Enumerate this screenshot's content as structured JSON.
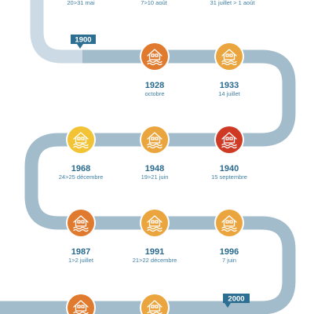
{
  "colors": {
    "track": "#a2bccb",
    "track_light": "#cbdae4",
    "marker": "#2c6f93",
    "year_text": "#2a6a8e",
    "date_text": "#3f7fa3",
    "level_yellow": "#f2c334",
    "level_orange_light": "#eaa53e",
    "level_orange": "#e07a2e",
    "level_red": "#cf3a25"
  },
  "top_dates": [
    "20>31 mai",
    "7>10 août",
    "31 juillet > 1 août"
  ],
  "markers": [
    "1900",
    "2000"
  ],
  "events": [
    {
      "year": "1928",
      "date": "octobre",
      "level": "level_orange",
      "icon": "flooded-house-icon"
    },
    {
      "year": "1933",
      "date": "14 juillet",
      "level": "level_orange_light",
      "icon": "flooded-house-icon"
    },
    {
      "year": "1940",
      "date": "15 septembre",
      "level": "level_red",
      "icon": "flooded-house-icon"
    },
    {
      "year": "1948",
      "date": "19>21 juin",
      "level": "level_orange_light",
      "icon": "flooded-house-icon"
    },
    {
      "year": "1968",
      "date": "24>25 décembre",
      "level": "level_yellow",
      "icon": "flooded-house-icon"
    },
    {
      "year": "1987",
      "date": "1>2 juillet",
      "level": "level_orange",
      "icon": "flooded-house-icon"
    },
    {
      "year": "1991",
      "date": "21>22 décembre",
      "level": "level_orange_light",
      "icon": "flooded-house-icon"
    },
    {
      "year": "1996",
      "date": "7 juin",
      "level": "level_orange_light",
      "icon": "flooded-house-icon"
    },
    {
      "level": "level_orange",
      "icon": "flooded-house-icon"
    },
    {
      "level": "level_orange_light",
      "icon": "flooded-house-icon"
    }
  ]
}
